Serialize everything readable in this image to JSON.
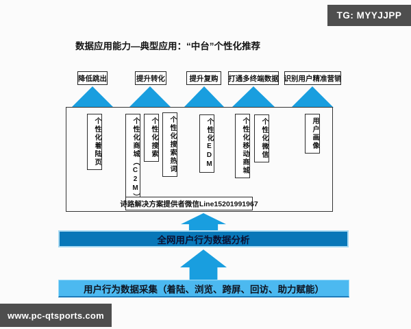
{
  "watermarks": {
    "tg": "TG: MYYJJPP",
    "site": "www.pc-qtsports.com"
  },
  "title": "数据应用能力—典型应用：“中台”个性化推荐",
  "outcomes": [
    {
      "label": "降低跳出"
    },
    {
      "label": "提升转化"
    },
    {
      "label": "提升复购"
    },
    {
      "label": "打通多终端数据"
    },
    {
      "label": "识别用户精准营销"
    }
  ],
  "platform": {
    "items": [
      {
        "label": "个性化着陆页"
      },
      {
        "label": "个性化商城（C2M）"
      },
      {
        "label": "个性化搜索"
      },
      {
        "label": "个性化搜索热词"
      },
      {
        "label": "个性化EDM"
      },
      {
        "label": "个性化移动商城"
      },
      {
        "label": "个性化微信"
      },
      {
        "label": "用户画像"
      }
    ],
    "note": "诗路解决方案提供者微信Line15201991967"
  },
  "analysis_bar": {
    "label": "全网用户行为数据分析"
  },
  "collection_bar": {
    "label": "用户行为数据采集（着陆、浏览、跨屏、回访、助力赋能）"
  },
  "colors": {
    "accent": "#199EDF",
    "bar-dark": "#0877B8",
    "bar-light": "#4CB9F0",
    "bar-dark-border": "#A9DAF2",
    "bar-light-border": "#9EDCF8",
    "dark-box": "#4E4E4E"
  }
}
